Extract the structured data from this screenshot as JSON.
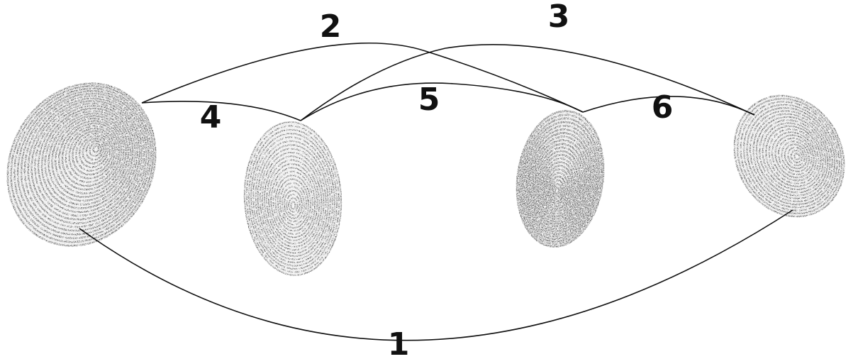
{
  "ink_color": "#111111",
  "background_color": "#ffffff",
  "prints": [
    {
      "id": "print-a",
      "icon": "fingerprint-icon"
    },
    {
      "id": "print-b",
      "icon": "fingerprint-icon"
    },
    {
      "id": "print-c",
      "icon": "fingerprint-icon"
    },
    {
      "id": "print-d",
      "icon": "fingerprint-icon"
    }
  ],
  "links": [
    {
      "label": "1",
      "from": "print-a",
      "to": "print-d"
    },
    {
      "label": "2",
      "from": "print-a",
      "to": "print-c"
    },
    {
      "label": "3",
      "from": "print-b",
      "to": "print-d"
    },
    {
      "label": "4",
      "from": "print-a",
      "to": "print-b"
    },
    {
      "label": "5",
      "from": "print-b",
      "to": "print-c"
    },
    {
      "label": "6",
      "from": "print-c",
      "to": "print-d"
    }
  ]
}
